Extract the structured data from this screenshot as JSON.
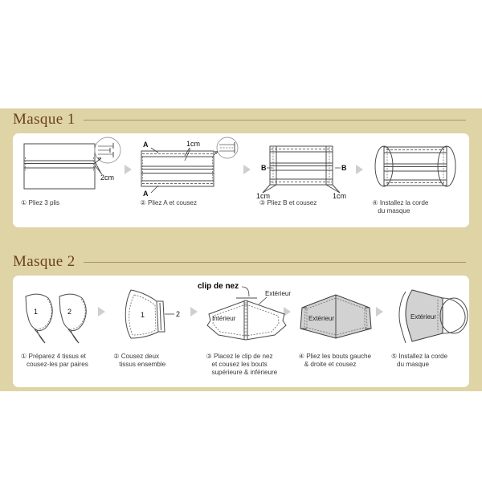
{
  "page": {
    "background": "#ffffff",
    "panel_color": "#ded4a6",
    "card_color": "#ffffff",
    "title_color": "#6d3f1d",
    "rule_color": "#9c7c4a",
    "arrow_color": "#c9c9c9",
    "fabric_fill": "#d2d2d2"
  },
  "sections": [
    {
      "title": "Masque 1",
      "steps": [
        {
          "caption_marker": "①",
          "caption": "Pliez 3 plis",
          "caption_line2": "",
          "figure_labels": [
            "2cm"
          ]
        },
        {
          "caption_marker": "②",
          "caption": "Pliez A et cousez",
          "caption_line2": "",
          "figure_labels": [
            "A",
            "A",
            "1cm"
          ]
        },
        {
          "caption_marker": "③",
          "caption": "Pliez B et cousez",
          "caption_line2": "",
          "figure_labels": [
            "B",
            "B",
            "1cm",
            "1cm"
          ]
        },
        {
          "caption_marker": "④",
          "caption": "Installez la corde",
          "caption_line2": "du masque",
          "figure_labels": []
        }
      ]
    },
    {
      "title": "Masque 2",
      "steps": [
        {
          "caption_marker": "①",
          "caption": "Préparez 4 tissus et",
          "caption_line2": "cousez-les par paires",
          "figure_labels": [
            "1",
            "2"
          ]
        },
        {
          "caption_marker": "②",
          "caption": "Cousez deux",
          "caption_line2": "tissus ensemble",
          "figure_labels": [
            "1",
            "2"
          ]
        },
        {
          "caption_marker": "③",
          "caption": "Placez le clip de nez",
          "caption_line2": "et cousez les bouts",
          "caption_line3": "supérieure & inférieure",
          "figure_labels": [
            "clip de nez",
            "Extérieur",
            "Intérieur"
          ]
        },
        {
          "caption_marker": "④",
          "caption": "Pliez les bouts gauche",
          "caption_line2": "& droite et cousez",
          "figure_labels": [
            "Extérieur"
          ]
        },
        {
          "caption_marker": "⑤",
          "caption": "Installez la corde",
          "caption_line2": "du masque",
          "figure_labels": [
            "Extérieur"
          ]
        }
      ]
    }
  ],
  "labels": {
    "two_cm": "2cm",
    "one_cm": "1cm",
    "A": "A",
    "B": "B",
    "num1": "1",
    "num2": "2",
    "clip_de_nez": "clip de nez",
    "exterieur": "Extérieur",
    "interieur": "Intérieur"
  },
  "icons": {
    "step_arrow": "arrow-right-triangle-icon"
  }
}
